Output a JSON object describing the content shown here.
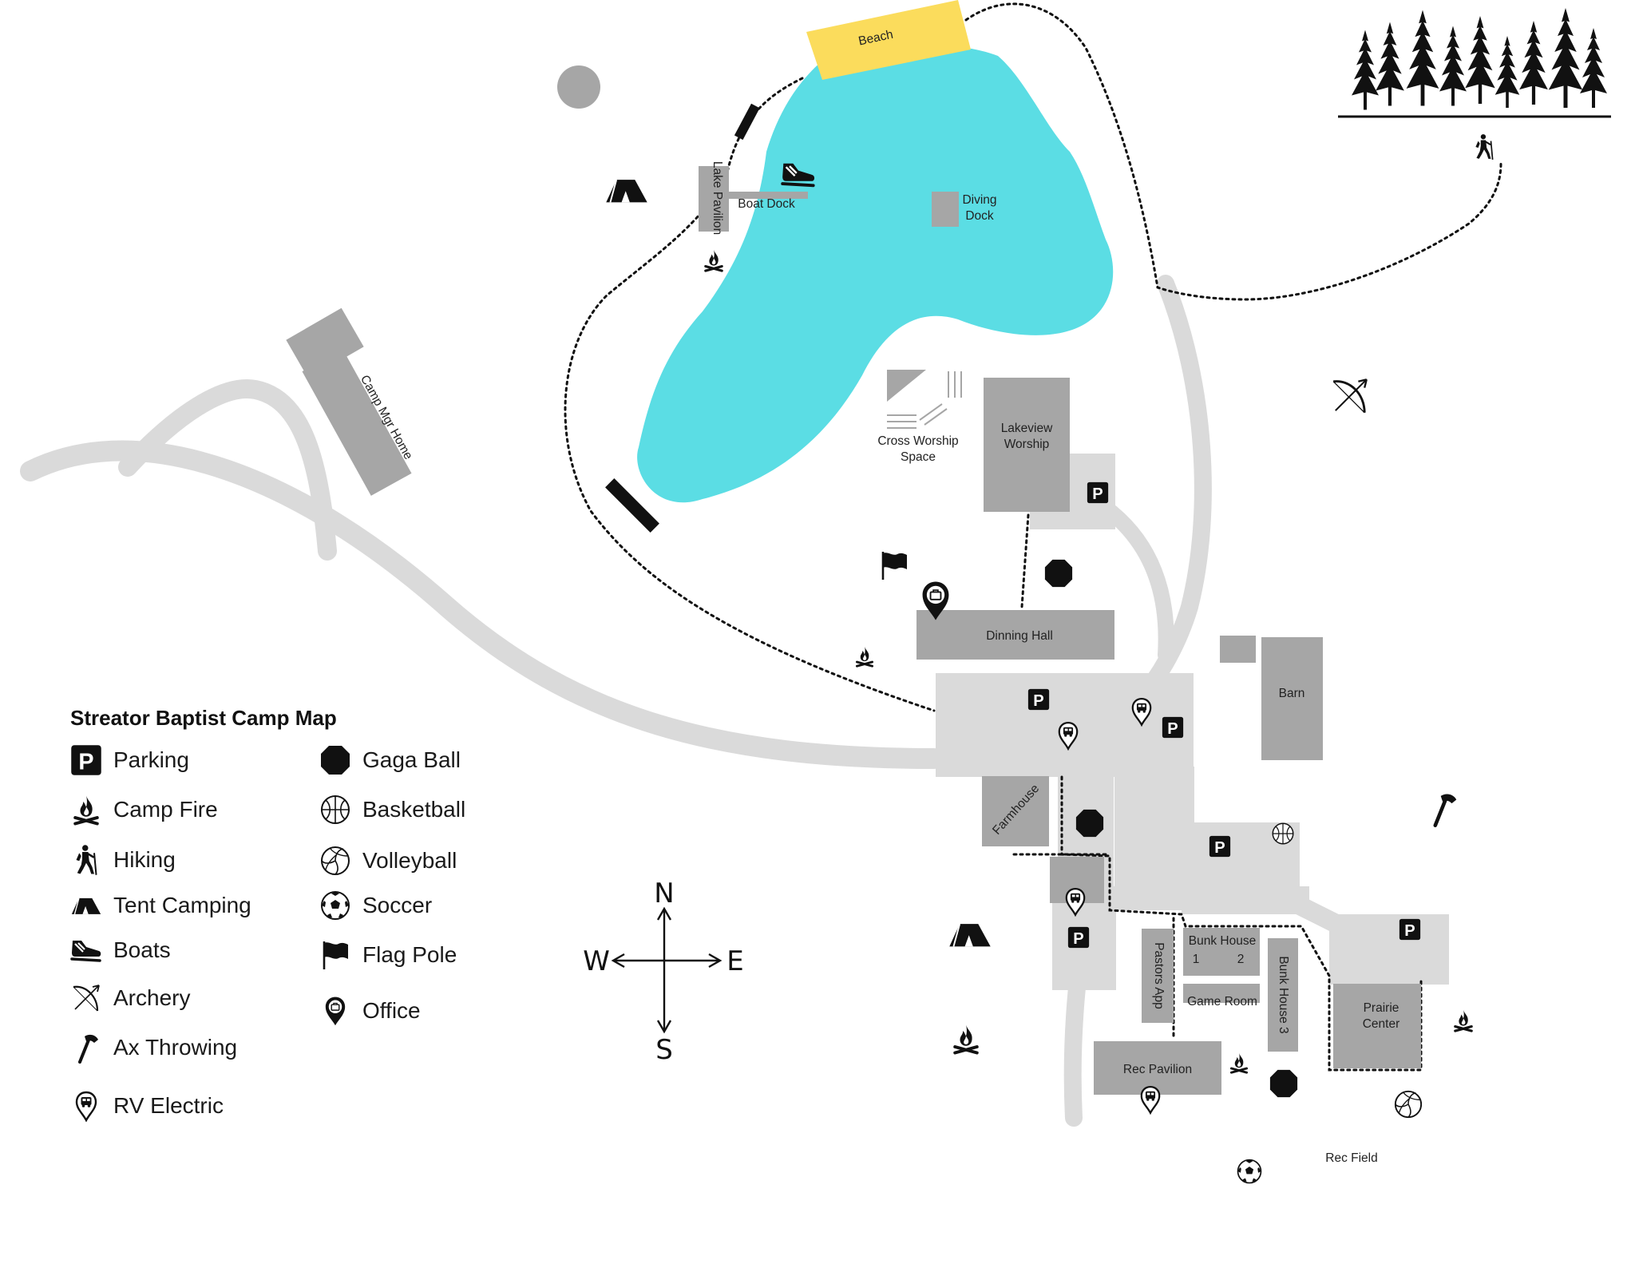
{
  "map": {
    "title": "Streator Baptist Camp Map",
    "colors": {
      "water": "#5BDDE4",
      "beach": "#FBDC5C",
      "road": "#DADADA",
      "building": "#A6A6A6",
      "icon": "#111111"
    },
    "places": {
      "beach": "Beach",
      "lake_pavilion": "Lake Pavilion",
      "boat_dock": "Boat Dock",
      "diving_dock_1": "Diving",
      "diving_dock_2": "Dock",
      "camp_mgr_home": "Camp Mgr Home",
      "cross_worship_1": "Cross Worship",
      "cross_worship_2": "Space",
      "lakeview_worship_1": "Lakeview",
      "lakeview_worship_2": "Worship",
      "dinning_hall": "Dinning Hall",
      "barn": "Barn",
      "farmhouse": "Farmhouse",
      "bunk_house": "Bunk House",
      "bunk_house_1": "1",
      "bunk_house_2": "2",
      "game_room": "Game Room",
      "pastors_app": "Pastors App",
      "bunk_house_3": "Bunk House 3",
      "prairie_center_1": "Prairie",
      "prairie_center_2": "Center",
      "rec_pavilion": "Rec Pavilion",
      "rec_field": "Rec Field"
    },
    "compass": {
      "n": "N",
      "s": "S",
      "e": "E",
      "w": "W"
    }
  },
  "legend": {
    "items": [
      {
        "label": "Parking",
        "icon": "parking-icon"
      },
      {
        "label": "Camp Fire",
        "icon": "campfire-icon"
      },
      {
        "label": "Hiking",
        "icon": "hiker-icon"
      },
      {
        "label": "Tent Camping",
        "icon": "tent-icon"
      },
      {
        "label": "Boats",
        "icon": "boat-icon"
      },
      {
        "label": "Archery",
        "icon": "bow-icon"
      },
      {
        "label": "Ax Throwing",
        "icon": "axe-icon"
      },
      {
        "label": "RV Electric",
        "icon": "rv-pin-icon"
      },
      {
        "label": "Gaga Ball",
        "icon": "octagon-icon"
      },
      {
        "label": "Basketball",
        "icon": "basketball-icon"
      },
      {
        "label": "Volleyball",
        "icon": "volleyball-icon"
      },
      {
        "label": "Soccer",
        "icon": "soccer-icon"
      },
      {
        "label": "Flag Pole",
        "icon": "flag-icon"
      },
      {
        "label": "Office",
        "icon": "office-pin-icon"
      }
    ]
  }
}
